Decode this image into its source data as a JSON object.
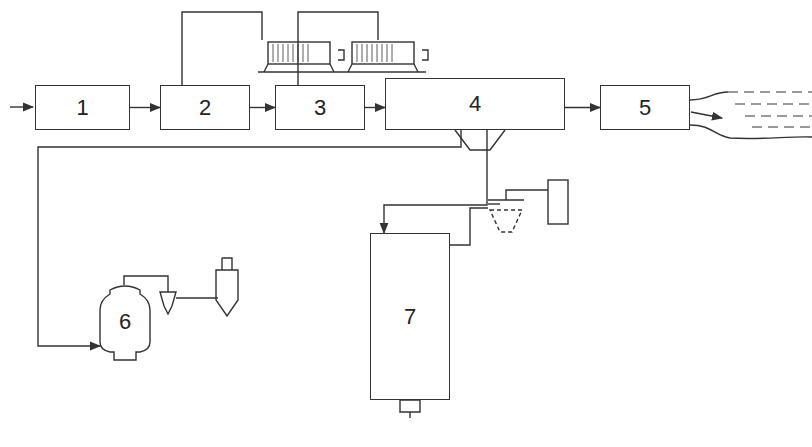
{
  "diagram": {
    "nodes": [
      {
        "text": [
          "1"
        ]
      },
      {
        "text": [
          "2"
        ]
      },
      {
        "text": [
          "3"
        ]
      },
      {
        "text": [
          "4"
        ]
      },
      {
        "text": [
          "5"
        ]
      },
      {
        "text": [
          "6"
        ]
      },
      {
        "text": [
          "7"
        ]
      }
    ],
    "edges": [
      {
        "from": 0,
        "to": 1,
        "arrow": "to"
      },
      {
        "from": 1,
        "to": 2,
        "arrow": "to"
      },
      {
        "from": 2,
        "to": 3,
        "arrow": "to"
      },
      {
        "from": 3,
        "to": 4,
        "arrow": "to"
      },
      {
        "from": 3,
        "to": 5,
        "arrow": "to"
      },
      {
        "from": 3,
        "to": 6,
        "arrow": "to"
      }
    ]
  }
}
